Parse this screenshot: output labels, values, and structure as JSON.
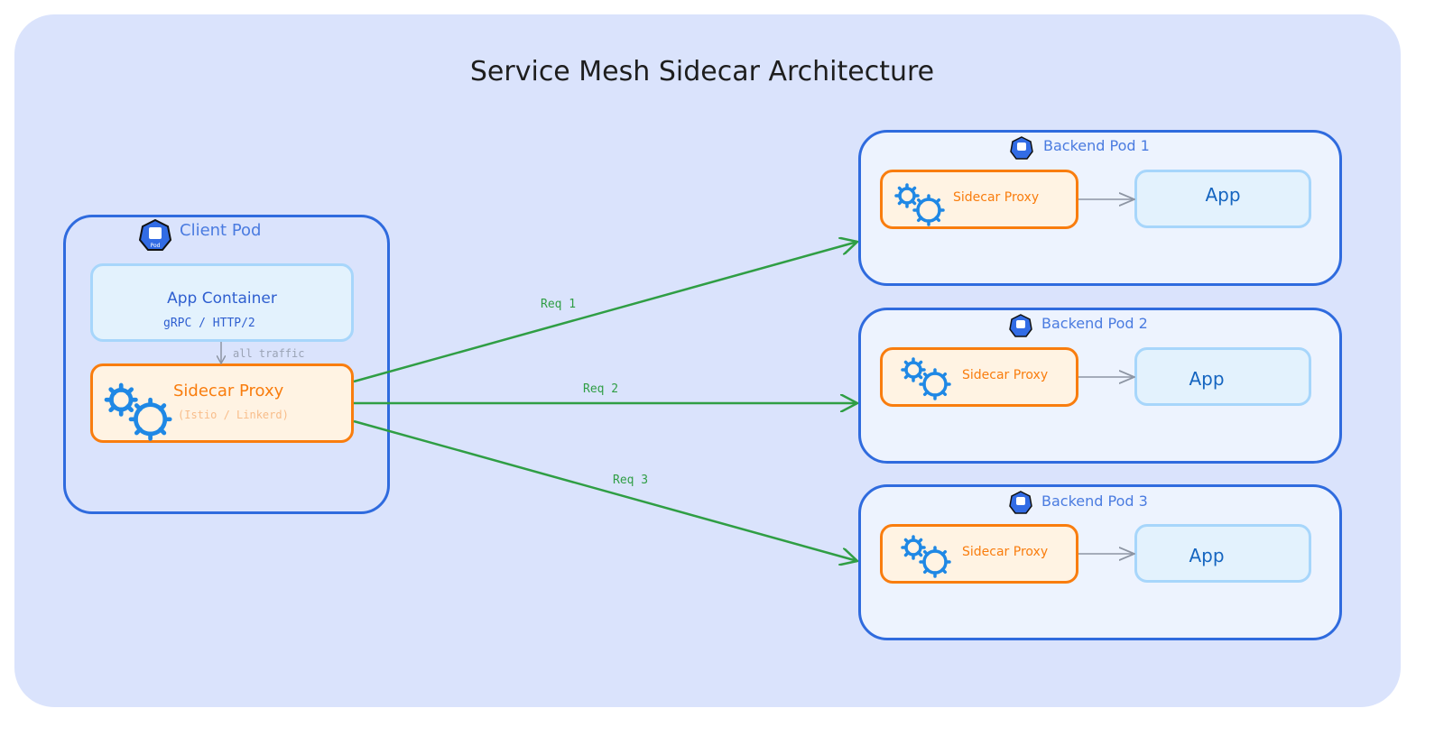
{
  "title": "Service Mesh Sidecar Architecture",
  "colors": {
    "background": "#dae3fc",
    "pod_border": "#2f6bde",
    "proxy_border": "#f97d0e",
    "app_border": "#a7d6fb",
    "request_arrow": "#2f9e44",
    "gear": "#1f88e5"
  },
  "client_pod": {
    "label": "Client Pod",
    "icon": "kubernetes-pod-icon",
    "app": {
      "title": "App Container",
      "protocol": "gRPC / HTTP/2"
    },
    "edge_label": "all traffic",
    "proxy": {
      "title": "Sidecar Proxy",
      "subtitle": "(Istio / Linkerd)",
      "icon": "gears-icon"
    }
  },
  "requests": [
    {
      "label": "Req 1"
    },
    {
      "label": "Req 2"
    },
    {
      "label": "Req 3"
    }
  ],
  "backend_pods": [
    {
      "label": "Backend Pod 1",
      "proxy": "Sidecar Proxy",
      "app": "App"
    },
    {
      "label": "Backend Pod 2",
      "proxy": "Sidecar Proxy",
      "app": "App"
    },
    {
      "label": "Backend Pod 3",
      "proxy": "Sidecar Proxy",
      "app": "App"
    }
  ]
}
